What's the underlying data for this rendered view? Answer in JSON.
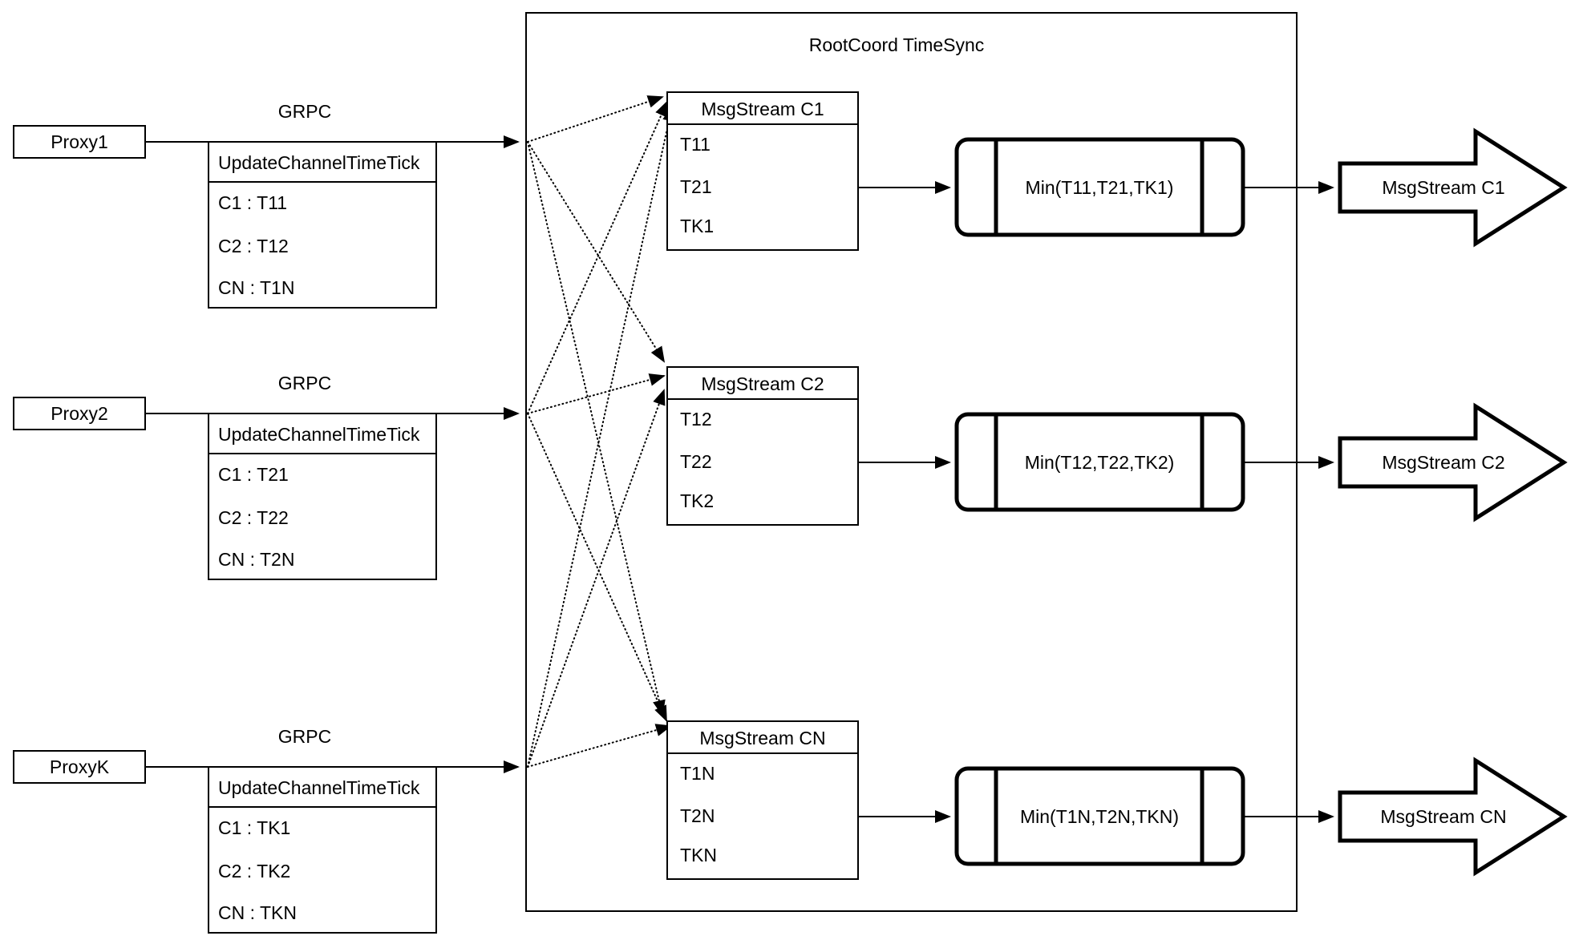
{
  "diagram": {
    "title": "RootCoord TimeSync",
    "grpc_label": "GRPC",
    "proxies": [
      {
        "name": "Proxy1",
        "table_header": "UpdateChannelTimeTick",
        "rows": [
          "C1 : T11",
          "C2 : T12",
          "CN : T1N"
        ]
      },
      {
        "name": "Proxy2",
        "table_header": "UpdateChannelTimeTick",
        "rows": [
          "C1 : T21",
          "C2 : T22",
          "CN : T2N"
        ]
      },
      {
        "name": "ProxyK",
        "table_header": "UpdateChannelTimeTick",
        "rows": [
          "C1 : TK1",
          "C2 : TK2",
          "CN : TKN"
        ]
      }
    ],
    "streams": [
      {
        "header": "MsgStream C1",
        "values": [
          "T11",
          "T21",
          "TK1"
        ],
        "min_label": "Min(T11,T21,TK1)",
        "output_label": "MsgStream C1"
      },
      {
        "header": "MsgStream C2",
        "values": [
          "T12",
          "T22",
          "TK2"
        ],
        "min_label": "Min(T12,T22,TK2)",
        "output_label": "MsgStream C2"
      },
      {
        "header": "MsgStream CN",
        "values": [
          "T1N",
          "T2N",
          "TKN"
        ],
        "min_label": "Min(T1N,T2N,TKN)",
        "output_label": "MsgStream CN"
      }
    ]
  }
}
